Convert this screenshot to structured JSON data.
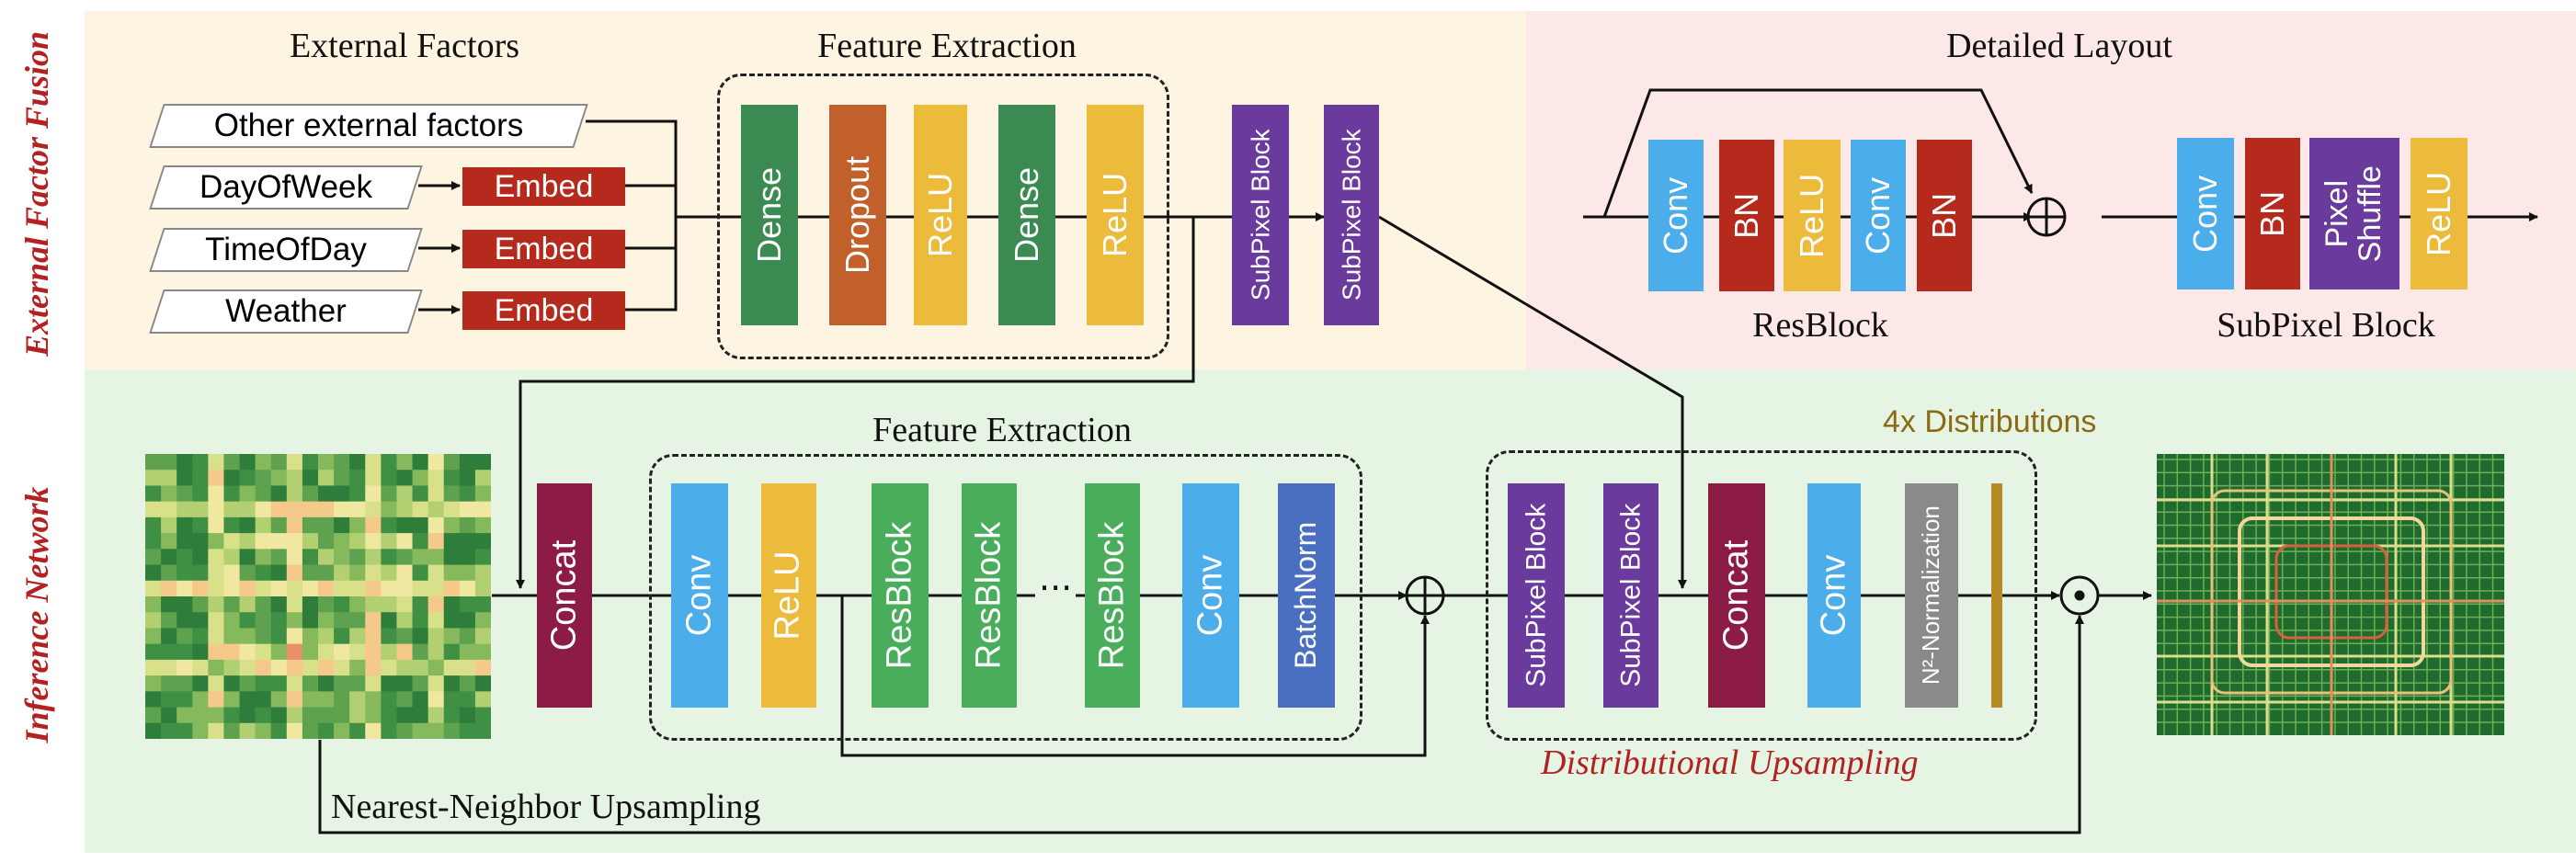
{
  "side_labels": {
    "top": "External Factor Fusion",
    "bottom": "Inference Network"
  },
  "external": {
    "title": "External Factors",
    "inputs": [
      "Other external factors",
      "DayOfWeek",
      "TimeOfDay",
      "Weather"
    ],
    "embed_label": "Embed"
  },
  "feature_top": {
    "title": "Feature Extraction",
    "blocks": [
      "Dense",
      "Dropout",
      "ReLU",
      "Dense",
      "ReLU"
    ]
  },
  "subpixel_top": [
    "SubPixel Block",
    "SubPixel Block"
  ],
  "detailed": {
    "title": "Detailed Layout",
    "resblock_layers": [
      "Conv",
      "BN",
      "ReLU",
      "Conv",
      "BN"
    ],
    "resblock_caption": "ResBlock",
    "subpixel_layers": [
      "Conv",
      "BN",
      "Pixel\nShuffle",
      "ReLU"
    ],
    "subpixel_caption": "SubPixel Block"
  },
  "inference": {
    "concat_label": "Concat",
    "feature_title": "Feature Extraction",
    "feature_blocks": [
      "Conv",
      "ReLU",
      "ResBlock",
      "ResBlock",
      "ResBlock",
      "Conv",
      "BatchNorm"
    ],
    "ellipsis": "···",
    "dist_blocks": [
      "SubPixel Block",
      "SubPixel Block",
      "Concat",
      "Conv",
      "N²-Normalization"
    ],
    "dist_title": "4x Distributions",
    "dist_caption": "Distributional Upsampling",
    "nn_caption": "Nearest-Neighbor Upsampling"
  },
  "colors": {
    "top_left_bg": "#fdf5e1",
    "top_right_bg": "#fde8e8",
    "bottom_bg": "#e6f5e3",
    "dense": "#3a8a52",
    "dropout": "#c2602c",
    "relu": "#ecbb3c",
    "subpixel": "#6a3a9c",
    "conv": "#4badea",
    "bn": "#b52a1c",
    "concat": "#8c1c46",
    "resblock": "#4aad5c",
    "batchnorm": "#4a6fc0",
    "nnorm": "#8a8a8a",
    "dist_bar": "#b58a24",
    "side_label": "#b22222",
    "dist_title": "#8a6a14",
    "dist_caption": "#b22222"
  }
}
